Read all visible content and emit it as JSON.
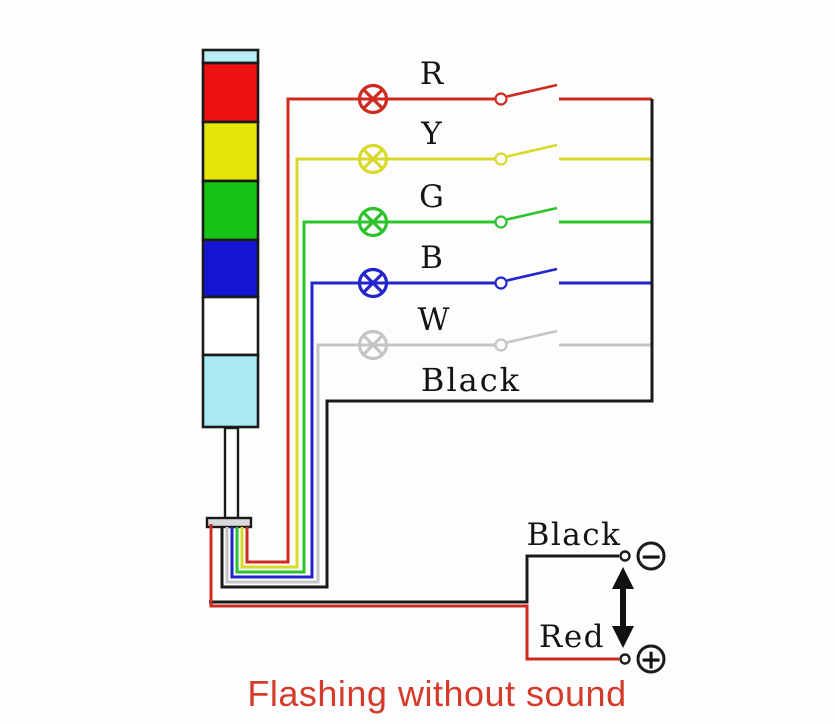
{
  "caption": {
    "text": "Flashing without sound",
    "color": "#d43b2a"
  },
  "label_color": "#141414",
  "tower": {
    "outline": "#1a1a1a",
    "segments": [
      {
        "name": "cap",
        "color": "#b9edf5"
      },
      {
        "name": "red",
        "color": "#ee1111"
      },
      {
        "name": "yellow",
        "color": "#e6e60a"
      },
      {
        "name": "green",
        "color": "#15c415"
      },
      {
        "name": "blue",
        "color": "#1414d2"
      },
      {
        "name": "white",
        "color": "#ffffff"
      },
      {
        "name": "base-lens",
        "color": "#a9e9f4"
      }
    ],
    "pole_color": "#ffffff",
    "plate_color": "#d9d9d9"
  },
  "circuits": [
    {
      "label": "R",
      "color": "#ce2a20",
      "lamp": true,
      "switch": true
    },
    {
      "label": "Y",
      "color": "#d9d92b",
      "lamp": true,
      "switch": true
    },
    {
      "label": "G",
      "color": "#2cc32c",
      "lamp": true,
      "switch": true
    },
    {
      "label": "B",
      "color": "#2424cd",
      "lamp": true,
      "switch": true
    },
    {
      "label": "W",
      "color": "#c5c5c5",
      "lamp": true,
      "switch": true
    },
    {
      "label": "Black",
      "color": "#1a1a1a",
      "lamp": false,
      "switch": false
    }
  ],
  "power": {
    "negative": {
      "label": "Black",
      "symbol": "−",
      "wire_color": "#1a1a1a"
    },
    "positive": {
      "label": "Red",
      "symbol": "+",
      "wire_color": "#ce2a20"
    }
  }
}
